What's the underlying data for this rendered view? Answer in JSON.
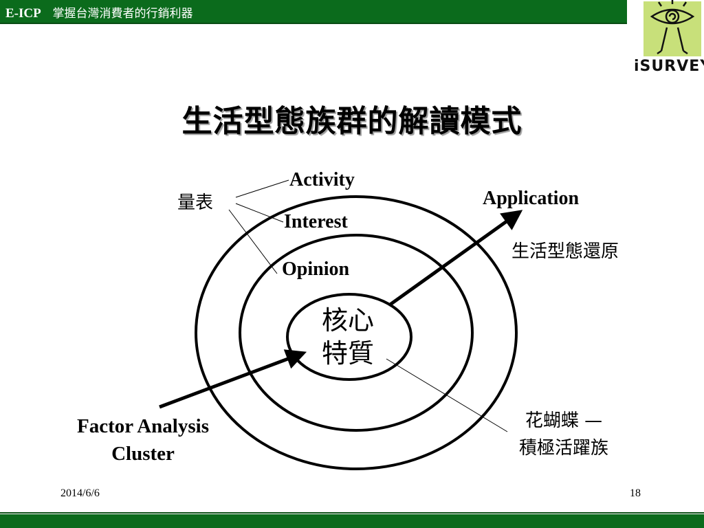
{
  "header": {
    "brand": "E-ICP",
    "subtitle": "掌握台灣消費者的行銷利器"
  },
  "logo": {
    "text": "iSURVEY",
    "icon": "eye-spiral-figure-icon"
  },
  "title": "生活型態族群的解讀模式",
  "diagram": {
    "scale_label": "量表",
    "activity": "Activity",
    "interest": "Interest",
    "opinion": "Opinion",
    "core_line1": "核心",
    "core_line2": "特質",
    "application": "Application",
    "application_note": "生活型態還原",
    "method_line1": "Factor Analysis",
    "method_line2": "Cluster",
    "example_line1": "花蝴蝶 —",
    "example_line2": "積極活躍族"
  },
  "footer": {
    "date": "2014/6/6",
    "page": "18"
  },
  "colors": {
    "header_green": "#0b6b1c",
    "logo_green": "#c8e07a"
  }
}
